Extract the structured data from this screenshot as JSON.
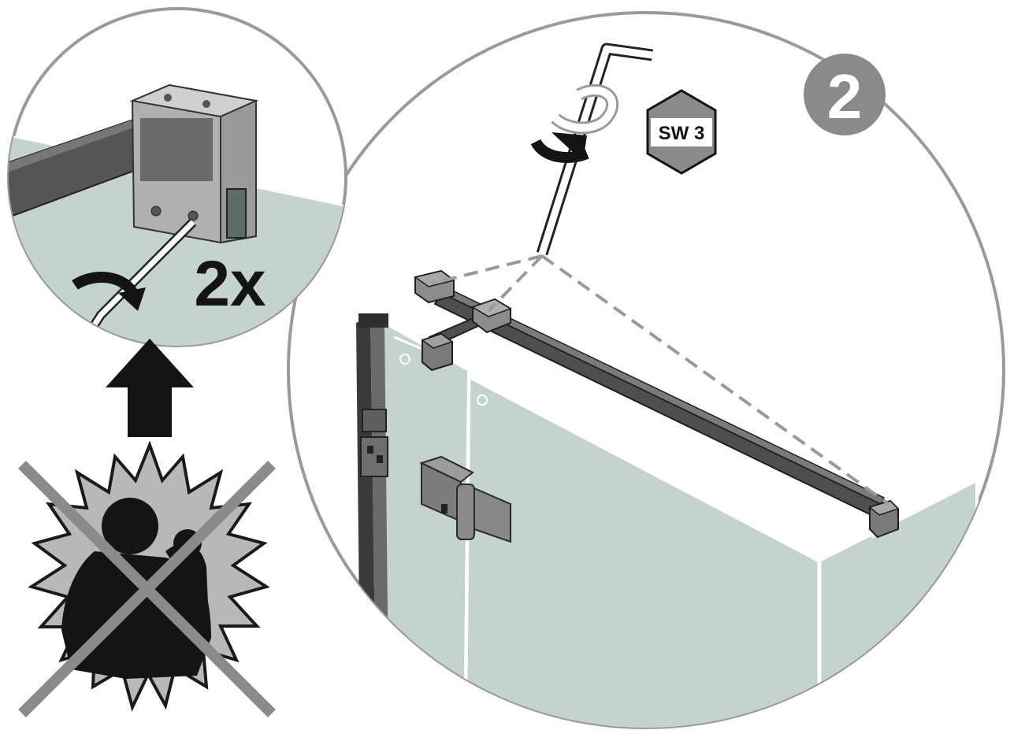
{
  "step": {
    "number": "2"
  },
  "tool": {
    "size_label": "SW 3"
  },
  "detail": {
    "repeat_label": "2x"
  },
  "colors": {
    "glass": "#c5d3ce",
    "glass_light": "#d6e1dc",
    "outline": "#9a9a9a",
    "rail": "#4e4e4e",
    "metal": "#8c8c8c",
    "badge_gray": "#8a8a8a",
    "black": "#141414",
    "dash": "#9a9a9a"
  },
  "icons": {
    "allen_key": "allen-key-icon",
    "rotation": "rotate-clockwise-icon",
    "push_direction": "arrow-up-icon",
    "no_force": "no-excessive-force-icon"
  }
}
